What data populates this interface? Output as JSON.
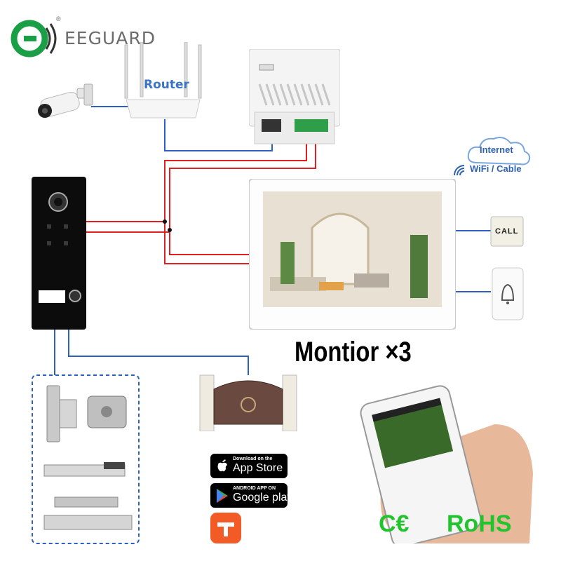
{
  "brand": {
    "name": "EEGUARD",
    "registered_mark": "®",
    "logo_color": "#1a9f47"
  },
  "router": {
    "label": "Router"
  },
  "network": {
    "line1": "Internet",
    "line2": "WiFi / Cable"
  },
  "monitor": {
    "label": "Montior ×3"
  },
  "chime": {
    "call_label": "CALL"
  },
  "apps": {
    "appstore": {
      "small": "Download on the",
      "big": "App Store"
    },
    "googleplay": {
      "small": "ANDROID APP ON",
      "big": "Google play"
    }
  },
  "certifications": {
    "ce": "C€",
    "rohs": "RoHS",
    "color": "#22c42e"
  },
  "colors": {
    "signal_wire": "#e02020",
    "network_wire": "#2e5fc2"
  }
}
